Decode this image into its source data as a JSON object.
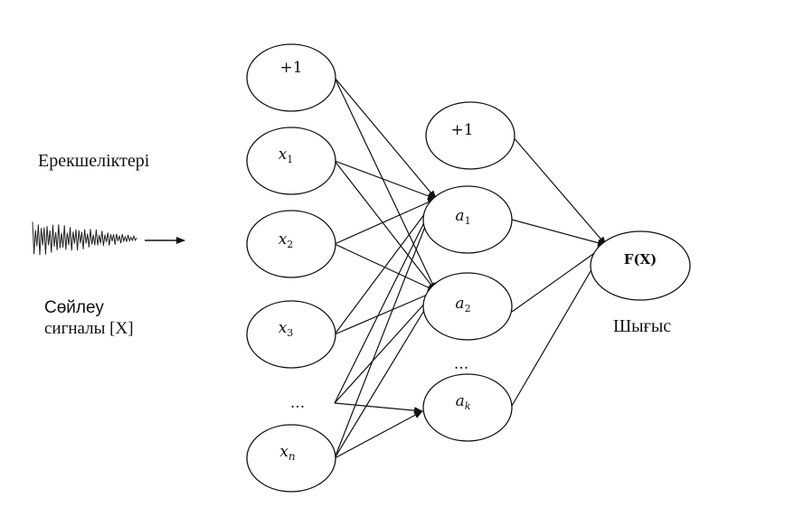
{
  "labels": {
    "features": "Ерекшеліктері",
    "speech_signal_line1": "Сөйлеу",
    "speech_signal_line2": "сигналы [X]",
    "output": "Шығыс"
  },
  "input_layer": {
    "bias": "+1",
    "nodes": [
      {
        "var": "x",
        "sub": "1"
      },
      {
        "var": "x",
        "sub": "2"
      },
      {
        "var": "x",
        "sub": "3"
      },
      {
        "ellipsis": "..."
      },
      {
        "var": "x",
        "sub": "n"
      }
    ]
  },
  "hidden_layer": {
    "bias": "+1",
    "nodes": [
      {
        "var": "a",
        "sub": "1"
      },
      {
        "var": "a",
        "sub": "2"
      },
      {
        "ellipsis": "..."
      },
      {
        "var": "a",
        "sub": "k"
      }
    ]
  },
  "output_layer": {
    "node": "F(X)"
  },
  "colors": {
    "line": "#111111",
    "node_fill": "#ffffff"
  }
}
